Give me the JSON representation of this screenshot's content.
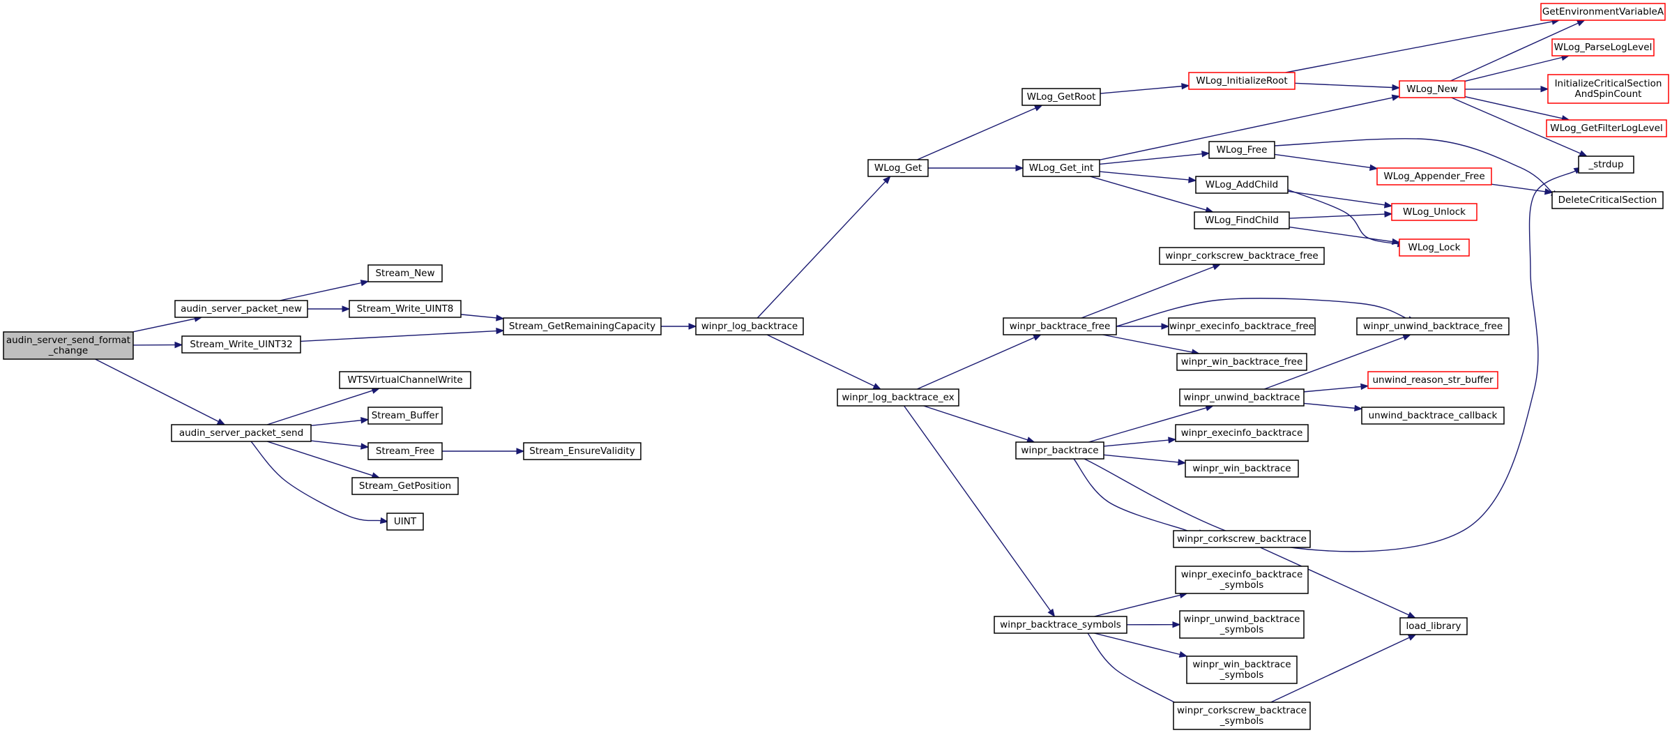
{
  "nodes": [
    {
      "id": "n0",
      "lines": [
        "audin_server_send_format",
        "_change"
      ],
      "style": "root"
    },
    {
      "id": "n1",
      "lines": [
        "audin_server_packet_new"
      ],
      "style": "normal"
    },
    {
      "id": "n2",
      "lines": [
        "Stream_Write_UINT32"
      ],
      "style": "normal"
    },
    {
      "id": "n3",
      "lines": [
        "audin_server_packet_send"
      ],
      "style": "normal"
    },
    {
      "id": "n4",
      "lines": [
        "Stream_New"
      ],
      "style": "normal"
    },
    {
      "id": "n5",
      "lines": [
        "Stream_Write_UINT8"
      ],
      "style": "normal"
    },
    {
      "id": "n6",
      "lines": [
        "Stream_GetRemainingCapacity"
      ],
      "style": "normal"
    },
    {
      "id": "n7",
      "lines": [
        "WTSVirtualChannelWrite"
      ],
      "style": "normal"
    },
    {
      "id": "n8",
      "lines": [
        "Stream_Buffer"
      ],
      "style": "normal"
    },
    {
      "id": "n9",
      "lines": [
        "Stream_Free"
      ],
      "style": "normal"
    },
    {
      "id": "n10",
      "lines": [
        "Stream_GetPosition"
      ],
      "style": "normal"
    },
    {
      "id": "n11",
      "lines": [
        "UINT"
      ],
      "style": "normal"
    },
    {
      "id": "n12",
      "lines": [
        "Stream_EnsureValidity"
      ],
      "style": "normal"
    },
    {
      "id": "n13",
      "lines": [
        "winpr_log_backtrace"
      ],
      "style": "normal"
    },
    {
      "id": "n14",
      "lines": [
        "WLog_Get"
      ],
      "style": "normal"
    },
    {
      "id": "n15",
      "lines": [
        "winpr_log_backtrace_ex"
      ],
      "style": "normal"
    },
    {
      "id": "n16",
      "lines": [
        "WLog_GetRoot"
      ],
      "style": "normal"
    },
    {
      "id": "n17",
      "lines": [
        "WLog_Get_int"
      ],
      "style": "normal"
    },
    {
      "id": "n18",
      "lines": [
        "WLog_InitializeRoot"
      ],
      "style": "red"
    },
    {
      "id": "n19",
      "lines": [
        "WLog_New"
      ],
      "style": "red"
    },
    {
      "id": "n20",
      "lines": [
        "GetEnvironmentVariableA"
      ],
      "style": "red"
    },
    {
      "id": "n21",
      "lines": [
        "WLog_ParseLogLevel"
      ],
      "style": "red"
    },
    {
      "id": "n22",
      "lines": [
        "InitializeCriticalSection",
        "AndSpinCount"
      ],
      "style": "red"
    },
    {
      "id": "n23",
      "lines": [
        "WLog_GetFilterLogLevel"
      ],
      "style": "red"
    },
    {
      "id": "n24",
      "lines": [
        "_strdup"
      ],
      "style": "normal"
    },
    {
      "id": "n25",
      "lines": [
        "WLog_Free"
      ],
      "style": "normal"
    },
    {
      "id": "n26",
      "lines": [
        "WLog_AddChild"
      ],
      "style": "normal"
    },
    {
      "id": "n27",
      "lines": [
        "WLog_FindChild"
      ],
      "style": "normal"
    },
    {
      "id": "n28",
      "lines": [
        "WLog_Appender_Free"
      ],
      "style": "red"
    },
    {
      "id": "n29",
      "lines": [
        "DeleteCriticalSection"
      ],
      "style": "normal"
    },
    {
      "id": "n30",
      "lines": [
        "WLog_Unlock"
      ],
      "style": "red"
    },
    {
      "id": "n31",
      "lines": [
        "WLog_Lock"
      ],
      "style": "red"
    },
    {
      "id": "n32",
      "lines": [
        "winpr_backtrace_free"
      ],
      "style": "normal"
    },
    {
      "id": "n33",
      "lines": [
        "winpr_backtrace"
      ],
      "style": "normal"
    },
    {
      "id": "n34",
      "lines": [
        "winpr_backtrace_symbols"
      ],
      "style": "normal"
    },
    {
      "id": "n35",
      "lines": [
        "winpr_corkscrew_backtrace_free"
      ],
      "style": "normal"
    },
    {
      "id": "n36",
      "lines": [
        "winpr_execinfo_backtrace_free"
      ],
      "style": "normal"
    },
    {
      "id": "n37",
      "lines": [
        "winpr_unwind_backtrace_free"
      ],
      "style": "normal"
    },
    {
      "id": "n38",
      "lines": [
        "winpr_win_backtrace_free"
      ],
      "style": "normal"
    },
    {
      "id": "n39",
      "lines": [
        "winpr_unwind_backtrace"
      ],
      "style": "normal"
    },
    {
      "id": "n40",
      "lines": [
        "unwind_reason_str_buffer"
      ],
      "style": "red"
    },
    {
      "id": "n41",
      "lines": [
        "unwind_backtrace_callback"
      ],
      "style": "normal"
    },
    {
      "id": "n42",
      "lines": [
        "winpr_execinfo_backtrace"
      ],
      "style": "normal"
    },
    {
      "id": "n43",
      "lines": [
        "winpr_win_backtrace"
      ],
      "style": "normal"
    },
    {
      "id": "n44",
      "lines": [
        "winpr_corkscrew_backtrace"
      ],
      "style": "normal"
    },
    {
      "id": "n45",
      "lines": [
        "load_library"
      ],
      "style": "normal"
    },
    {
      "id": "n46",
      "lines": [
        "winpr_execinfo_backtrace",
        "_symbols"
      ],
      "style": "normal"
    },
    {
      "id": "n47",
      "lines": [
        "winpr_unwind_backtrace",
        "_symbols"
      ],
      "style": "normal"
    },
    {
      "id": "n48",
      "lines": [
        "winpr_win_backtrace",
        "_symbols"
      ],
      "style": "normal"
    },
    {
      "id": "n49",
      "lines": [
        "winpr_corkscrew_backtrace",
        "_symbols"
      ],
      "style": "normal"
    }
  ],
  "edges": [
    {
      "from": "n0",
      "to": "n1"
    },
    {
      "from": "n0",
      "to": "n2"
    },
    {
      "from": "n0",
      "to": "n3"
    },
    {
      "from": "n1",
      "to": "n4"
    },
    {
      "from": "n1",
      "to": "n5"
    },
    {
      "from": "n5",
      "to": "n6"
    },
    {
      "from": "n2",
      "to": "n6"
    },
    {
      "from": "n3",
      "to": "n7"
    },
    {
      "from": "n3",
      "to": "n8"
    },
    {
      "from": "n3",
      "to": "n9"
    },
    {
      "from": "n3",
      "to": "n10"
    },
    {
      "from": "n3",
      "to": "n11"
    },
    {
      "from": "n9",
      "to": "n12"
    },
    {
      "from": "n6",
      "to": "n13"
    },
    {
      "from": "n13",
      "to": "n14"
    },
    {
      "from": "n13",
      "to": "n15"
    },
    {
      "from": "n14",
      "to": "n16"
    },
    {
      "from": "n14",
      "to": "n17"
    },
    {
      "from": "n16",
      "to": "n18"
    },
    {
      "from": "n18",
      "to": "n20"
    },
    {
      "from": "n18",
      "to": "n19"
    },
    {
      "from": "n17",
      "to": "n19"
    },
    {
      "from": "n17",
      "to": "n25"
    },
    {
      "from": "n17",
      "to": "n26"
    },
    {
      "from": "n17",
      "to": "n27"
    },
    {
      "from": "n19",
      "to": "n20"
    },
    {
      "from": "n19",
      "to": "n21"
    },
    {
      "from": "n19",
      "to": "n22"
    },
    {
      "from": "n19",
      "to": "n23"
    },
    {
      "from": "n19",
      "to": "n24"
    },
    {
      "from": "n25",
      "to": "n28"
    },
    {
      "from": "n25",
      "to": "n29"
    },
    {
      "from": "n28",
      "to": "n29"
    },
    {
      "from": "n26",
      "to": "n30"
    },
    {
      "from": "n26",
      "to": "n31"
    },
    {
      "from": "n27",
      "to": "n30"
    },
    {
      "from": "n27",
      "to": "n31"
    },
    {
      "from": "n15",
      "to": "n32"
    },
    {
      "from": "n15",
      "to": "n33"
    },
    {
      "from": "n15",
      "to": "n34"
    },
    {
      "from": "n32",
      "to": "n35"
    },
    {
      "from": "n32",
      "to": "n36"
    },
    {
      "from": "n32",
      "to": "n37"
    },
    {
      "from": "n32",
      "to": "n38"
    },
    {
      "from": "n33",
      "to": "n39"
    },
    {
      "from": "n33",
      "to": "n42"
    },
    {
      "from": "n33",
      "to": "n43"
    },
    {
      "from": "n33",
      "to": "n44"
    },
    {
      "from": "n33",
      "to": "n24"
    },
    {
      "from": "n39",
      "to": "n37"
    },
    {
      "from": "n39",
      "to": "n40"
    },
    {
      "from": "n39",
      "to": "n41"
    },
    {
      "from": "n44",
      "to": "n45"
    },
    {
      "from": "n34",
      "to": "n46"
    },
    {
      "from": "n34",
      "to": "n47"
    },
    {
      "from": "n34",
      "to": "n48"
    },
    {
      "from": "n34",
      "to": "n49"
    },
    {
      "from": "n49",
      "to": "n45"
    }
  ],
  "colors": {
    "edge": "#191970",
    "node_border": "#000000",
    "node_border_highlight": "#ff0000",
    "root_fill": "#bfbfbf",
    "node_fill": "#ffffff"
  }
}
